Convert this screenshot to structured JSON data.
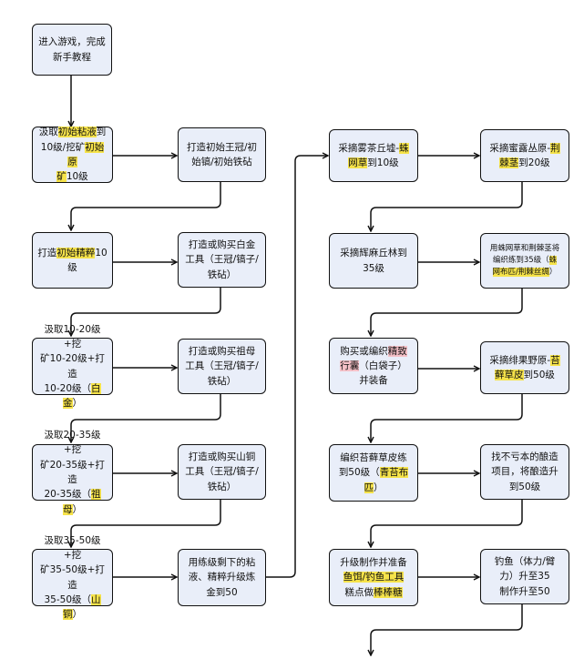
{
  "colors": {
    "node_fill": "#e9eef9",
    "border": "#111111",
    "highlight_yellow": "#f6e34a",
    "highlight_pink": "#f6c1c8"
  },
  "nodes": [
    {
      "id": "n1",
      "segments": [
        {
          "t": "进入游戏，完成"
        },
        {
          "t": "\n"
        },
        {
          "t": "新手教程"
        }
      ]
    },
    {
      "id": "n2",
      "segments": [
        {
          "t": "汲取"
        },
        {
          "t": "初始粘液",
          "hl": "y"
        },
        {
          "t": "到"
        },
        {
          "t": "\n"
        },
        {
          "t": "10级/挖矿"
        },
        {
          "t": "初始原",
          "hl": "y"
        },
        {
          "t": "\n"
        },
        {
          "t": "矿",
          "hl": "y"
        },
        {
          "t": "10级"
        }
      ]
    },
    {
      "id": "n3",
      "segments": [
        {
          "t": "打造初始王冠/初"
        },
        {
          "t": "\n"
        },
        {
          "t": "始镐/初始铁砧"
        }
      ]
    },
    {
      "id": "n4",
      "segments": [
        {
          "t": "打造"
        },
        {
          "t": "初始精粹",
          "hl": "y"
        },
        {
          "t": "10"
        },
        {
          "t": "\n"
        },
        {
          "t": "级"
        }
      ]
    },
    {
      "id": "n5",
      "segments": [
        {
          "t": "打造或购买白金"
        },
        {
          "t": "\n"
        },
        {
          "t": "工具（王冠/镐子/"
        },
        {
          "t": "\n"
        },
        {
          "t": "铁砧）"
        }
      ]
    },
    {
      "id": "n6",
      "segments": [
        {
          "t": "汲取10-20级+挖"
        },
        {
          "t": "\n"
        },
        {
          "t": "矿10-20级+打造"
        },
        {
          "t": "\n"
        },
        {
          "t": "10-20级（"
        },
        {
          "t": "白金",
          "hl": "y"
        },
        {
          "t": "）"
        }
      ]
    },
    {
      "id": "n7",
      "segments": [
        {
          "t": "打造或购买祖母"
        },
        {
          "t": "\n"
        },
        {
          "t": "工具（王冠/镐子/"
        },
        {
          "t": "\n"
        },
        {
          "t": "铁砧）"
        }
      ]
    },
    {
      "id": "n8",
      "segments": [
        {
          "t": "汲取20-35级+挖"
        },
        {
          "t": "\n"
        },
        {
          "t": "矿20-35级+打造"
        },
        {
          "t": "\n"
        },
        {
          "t": "20-35级（"
        },
        {
          "t": "祖母",
          "hl": "y"
        },
        {
          "t": "）"
        }
      ]
    },
    {
      "id": "n9",
      "segments": [
        {
          "t": "打造或购买山铜"
        },
        {
          "t": "\n"
        },
        {
          "t": "工具（王冠/镐子/"
        },
        {
          "t": "\n"
        },
        {
          "t": "铁砧）"
        }
      ]
    },
    {
      "id": "n10",
      "segments": [
        {
          "t": "汲取35-50级+挖"
        },
        {
          "t": "\n"
        },
        {
          "t": "矿35-50级+打造"
        },
        {
          "t": "\n"
        },
        {
          "t": "35-50级（"
        },
        {
          "t": "山铜",
          "hl": "y"
        },
        {
          "t": "）"
        }
      ]
    },
    {
      "id": "n11",
      "segments": [
        {
          "t": "用练级剩下的粘"
        },
        {
          "t": "\n"
        },
        {
          "t": "液、精粹升级炼"
        },
        {
          "t": "\n"
        },
        {
          "t": "金到50"
        }
      ]
    },
    {
      "id": "n12",
      "segments": [
        {
          "t": "采摘雾茶丘墟-"
        },
        {
          "t": "蛛",
          "hl": "y"
        },
        {
          "t": "\n"
        },
        {
          "t": "网草",
          "hl": "y"
        },
        {
          "t": "到10级"
        }
      ]
    },
    {
      "id": "n13",
      "segments": [
        {
          "t": "采摘蜜露丛原-"
        },
        {
          "t": "荆",
          "hl": "y"
        },
        {
          "t": "\n"
        },
        {
          "t": "棘茎",
          "hl": "y"
        },
        {
          "t": "到20级"
        }
      ]
    },
    {
      "id": "n14",
      "segments": [
        {
          "t": "采摘辉麻丘林到"
        },
        {
          "t": "\n"
        },
        {
          "t": "35级"
        }
      ]
    },
    {
      "id": "n15",
      "segments": [
        {
          "t": "用蛛网草和荆棘茎将"
        },
        {
          "t": "\n"
        },
        {
          "t": "编织练到35级（"
        },
        {
          "t": "蛛",
          "hl": "y"
        },
        {
          "t": "\n"
        },
        {
          "t": "网布匹/荆棘丝绸",
          "hl": "y"
        },
        {
          "t": "）"
        }
      ]
    },
    {
      "id": "n16",
      "segments": [
        {
          "t": "购买或编织"
        },
        {
          "t": "精致",
          "hl": "r"
        },
        {
          "t": "\n"
        },
        {
          "t": "行囊",
          "hl": "r"
        },
        {
          "t": "（白袋子）"
        },
        {
          "t": "\n"
        },
        {
          "t": "并装备"
        }
      ]
    },
    {
      "id": "n17",
      "segments": [
        {
          "t": "采摘绯果野原-"
        },
        {
          "t": "苔",
          "hl": "y"
        },
        {
          "t": "\n"
        },
        {
          "t": "藓草皮",
          "hl": "y"
        },
        {
          "t": "到50级"
        }
      ]
    },
    {
      "id": "n18",
      "segments": [
        {
          "t": "编织苔藓草皮练"
        },
        {
          "t": "\n"
        },
        {
          "t": "到50级（"
        },
        {
          "t": "青苔布",
          "hl": "y"
        },
        {
          "t": "\n"
        },
        {
          "t": "匹",
          "hl": "y"
        },
        {
          "t": "）"
        }
      ]
    },
    {
      "id": "n19",
      "segments": [
        {
          "t": "找不亏本的酿造"
        },
        {
          "t": "\n"
        },
        {
          "t": "项目，将酿造升"
        },
        {
          "t": "\n"
        },
        {
          "t": "到50级"
        }
      ]
    },
    {
      "id": "n20",
      "segments": [
        {
          "t": "升级制作并准备"
        },
        {
          "t": "\n"
        },
        {
          "t": "鱼饵/钓鱼工具",
          "hl": "y"
        },
        {
          "t": "\n"
        },
        {
          "t": "糕点做"
        },
        {
          "t": "棒棒糖",
          "hl": "y"
        }
      ]
    },
    {
      "id": "n21",
      "segments": [
        {
          "t": "钓鱼（体力/臂"
        },
        {
          "t": "\n"
        },
        {
          "t": "力）升至35"
        },
        {
          "t": "\n"
        },
        {
          "t": "制作升至50"
        }
      ]
    }
  ]
}
